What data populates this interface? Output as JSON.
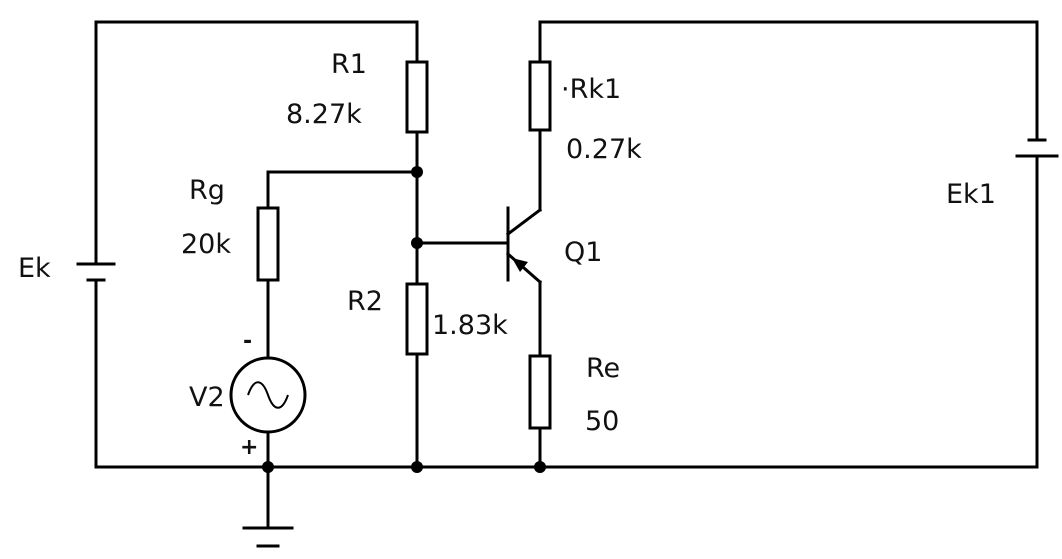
{
  "components": {
    "r1": {
      "name": "R1",
      "value": "8.27k"
    },
    "rk1": {
      "name": "·Rk1",
      "value": "0.27k"
    },
    "rg": {
      "name": "Rg",
      "value": "20k"
    },
    "r2": {
      "name": "R2",
      "value": "1.83k"
    },
    "re": {
      "name": "Re",
      "value": "50"
    },
    "q1": {
      "name": "Q1"
    },
    "v2": {
      "name": "V2",
      "minus": "-",
      "plus": "+"
    },
    "ek": {
      "name": "Ek"
    },
    "ek1": {
      "name": "Ek1"
    }
  }
}
